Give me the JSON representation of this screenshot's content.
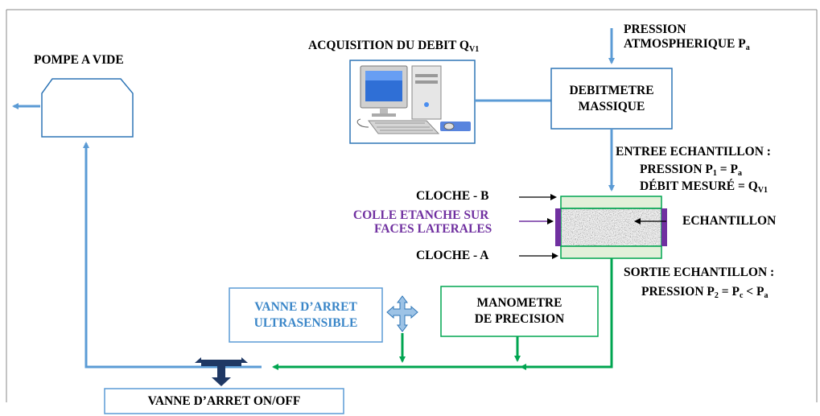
{
  "labels": {
    "pompe": "POMPE A VIDE",
    "acquisition": "ACQUISITION DU DEBIT Q",
    "acquisition_sub": "V1",
    "pression_atm_line1": "PRESSION",
    "pression_atm_line2": "ATMOSPHERIQUE P",
    "pression_atm_sub": "a",
    "debitmetre_line1": "DEBITMETRE",
    "debitmetre_line2": "MASSIQUE",
    "entree_title": "ENTREE ECHANTILLON :",
    "entree_pression": "PRESSION P",
    "entree_pression_sub1": "1",
    "entree_pression_eq": " = P",
    "entree_pression_sub2": "a",
    "entree_debit": "DÉBIT MESURÉ = Q",
    "entree_debit_sub": "V1",
    "cloche_b": "CLOCHE - B",
    "cloche_a": "CLOCHE - A",
    "colle_line1": "COLLE ETANCHE SUR",
    "colle_line2": "FACES LATERALES",
    "echantillon": "ECHANTILLON",
    "sortie_title": "SORTIE ECHANTILLON :",
    "sortie_pression": "PRESSION P",
    "sortie_sub1": "2",
    "sortie_mid": " = P",
    "sortie_sub2": "c",
    "sortie_lt": " < P",
    "sortie_sub3": "a",
    "vanne_ultra_line1": "VANNE D’ARRET",
    "vanne_ultra_line2": "ULTRASENSIBLE",
    "manometre_line1": "MANOMETRE",
    "manometre_line2": "DE PRECISION",
    "vanne_onoff": "VANNE D’ARRET ON/OFF"
  },
  "colors": {
    "vacuum_line": "#5b9bd5",
    "sample_line": "#00a550",
    "box_blue": "#2e75b6",
    "box_green": "#00a550",
    "glue": "#7030a0",
    "valve_dark": "#1f3864",
    "valve_light": "#9dc3e6"
  },
  "icons": [
    "computer-icon",
    "sample-texture",
    "valve-onoff-icon",
    "valve-ultrasensitive-icon"
  ]
}
